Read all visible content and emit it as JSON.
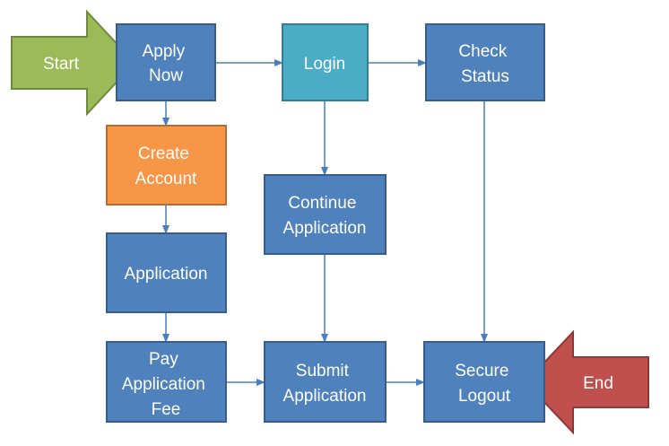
{
  "colors": {
    "blue": "#4f81bd",
    "blue_border": "#385d8a",
    "teal": "#4bacc6",
    "teal_border": "#357d91",
    "orange": "#f79646",
    "orange_border": "#b66d31",
    "green": "#9bbb59",
    "green_border": "#71893f",
    "red": "#c0504d",
    "red_border": "#8c3836",
    "connector": "#4a7ebb"
  },
  "nodes": {
    "start": {
      "label": [
        "Start"
      ]
    },
    "apply_now": {
      "label": [
        "Apply",
        "Now"
      ]
    },
    "login": {
      "label": [
        "Login"
      ]
    },
    "check_status": {
      "label": [
        "Check",
        "Status"
      ]
    },
    "create_account": {
      "label": [
        "Create",
        "Account"
      ]
    },
    "continue_application": {
      "label": [
        "Continue",
        "Application"
      ]
    },
    "application": {
      "label": [
        "Application"
      ]
    },
    "pay_fee": {
      "label": [
        "Pay",
        "Application",
        "Fee"
      ]
    },
    "submit_application": {
      "label": [
        "Submit",
        "Application"
      ]
    },
    "secure_logout": {
      "label": [
        "Secure",
        "Logout"
      ]
    },
    "end": {
      "label": [
        "End"
      ]
    }
  },
  "edges": [
    {
      "from": "apply_now",
      "to": "login"
    },
    {
      "from": "login",
      "to": "check_status"
    },
    {
      "from": "apply_now",
      "to": "create_account"
    },
    {
      "from": "create_account",
      "to": "application"
    },
    {
      "from": "application",
      "to": "pay_fee"
    },
    {
      "from": "pay_fee",
      "to": "submit_application"
    },
    {
      "from": "login",
      "to": "continue_application"
    },
    {
      "from": "continue_application",
      "to": "submit_application"
    },
    {
      "from": "submit_application",
      "to": "secure_logout"
    },
    {
      "from": "check_status",
      "to": "secure_logout"
    }
  ]
}
